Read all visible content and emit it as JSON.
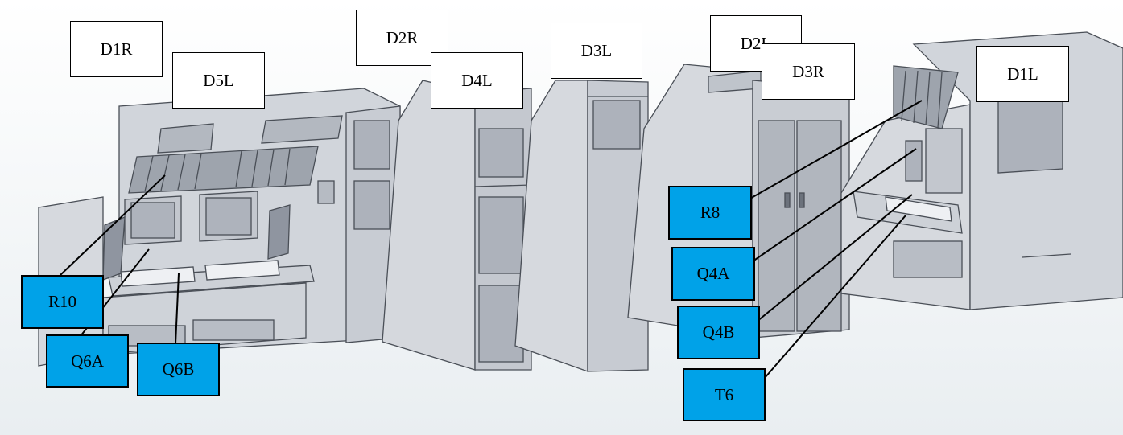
{
  "labels": {
    "D1R": "D1R",
    "D5L": "D5L",
    "D2R": "D2R",
    "D4L": "D4L",
    "D3L": "D3L",
    "D2L": "D2L",
    "D3R": "D3R",
    "D1L": "D1L",
    "R10": "R10",
    "Q6A": "Q6A",
    "Q6B": "Q6B",
    "R8": "R8",
    "Q4A": "Q4A",
    "Q4B": "Q4B",
    "T6": "T6"
  },
  "colors": {
    "callout_fill": "#00a2e8",
    "label_fill": "#ffffff",
    "cabinet_face": "#d3d6dc",
    "cabinet_side": "#bfc3ca",
    "panel": "#a8adb6",
    "background_top": "#ffffff",
    "background_bottom": "#eef2f4"
  }
}
